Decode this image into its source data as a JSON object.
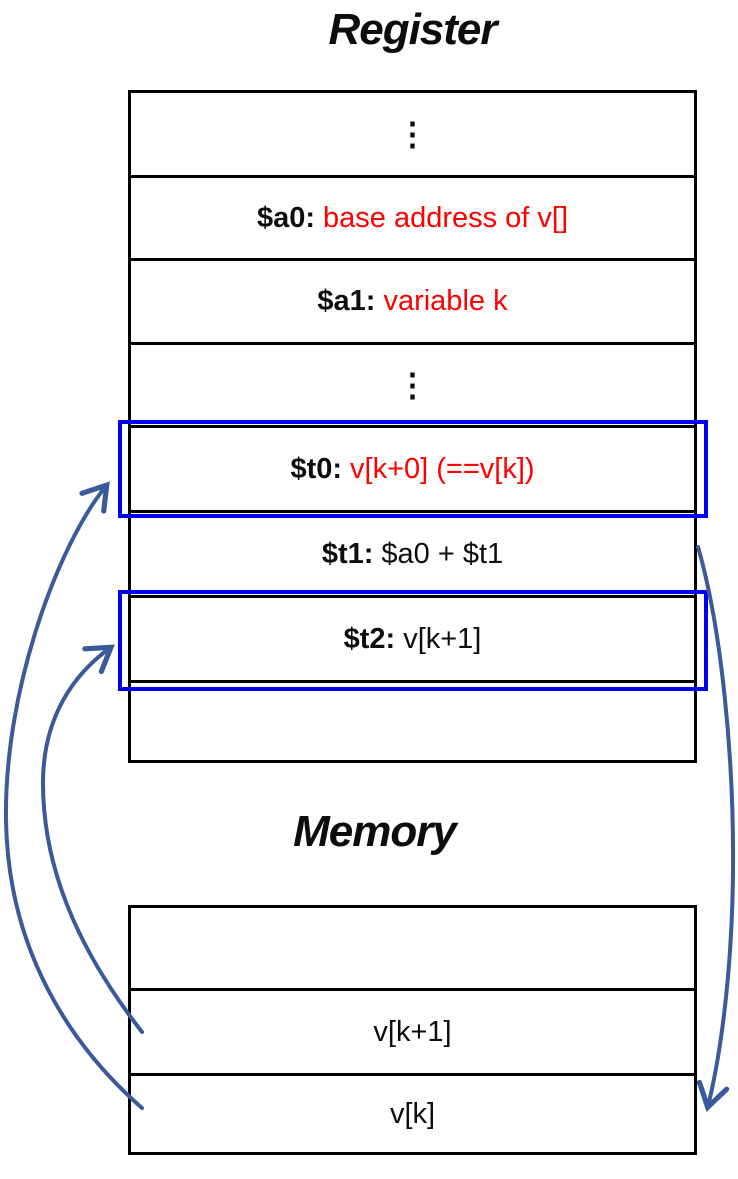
{
  "register": {
    "title": "Register",
    "rows": [
      {
        "value": "⋮"
      },
      {
        "label": "$a0:",
        "value": "base address of v[]"
      },
      {
        "label": "$a1:",
        "value": "variable k"
      },
      {
        "value": "⋮"
      },
      {
        "label": "$t0:",
        "value": "v[k+0] (==v[k])",
        "highlighted": true
      },
      {
        "label": "$t1:",
        "value": "$a0 + $t1"
      },
      {
        "label": "$t2:",
        "value": "v[k+1]",
        "highlighted": true
      },
      {
        "value": ""
      }
    ]
  },
  "memory": {
    "title": "Memory",
    "rows": [
      {
        "value": ""
      },
      {
        "value": "v[k+1]"
      },
      {
        "value": "v[k]"
      }
    ]
  },
  "arrows": [
    {
      "name": "memory-vk-to-register-t0"
    },
    {
      "name": "memory-vk1-to-register-t2"
    },
    {
      "name": "register-t1-to-memory-vk"
    }
  ],
  "colors": {
    "table_border": "#000000",
    "highlight_box": "#0000ee",
    "red_text": "#ff0000",
    "arrow": "#3a5a9b",
    "background": "#ffffff"
  }
}
